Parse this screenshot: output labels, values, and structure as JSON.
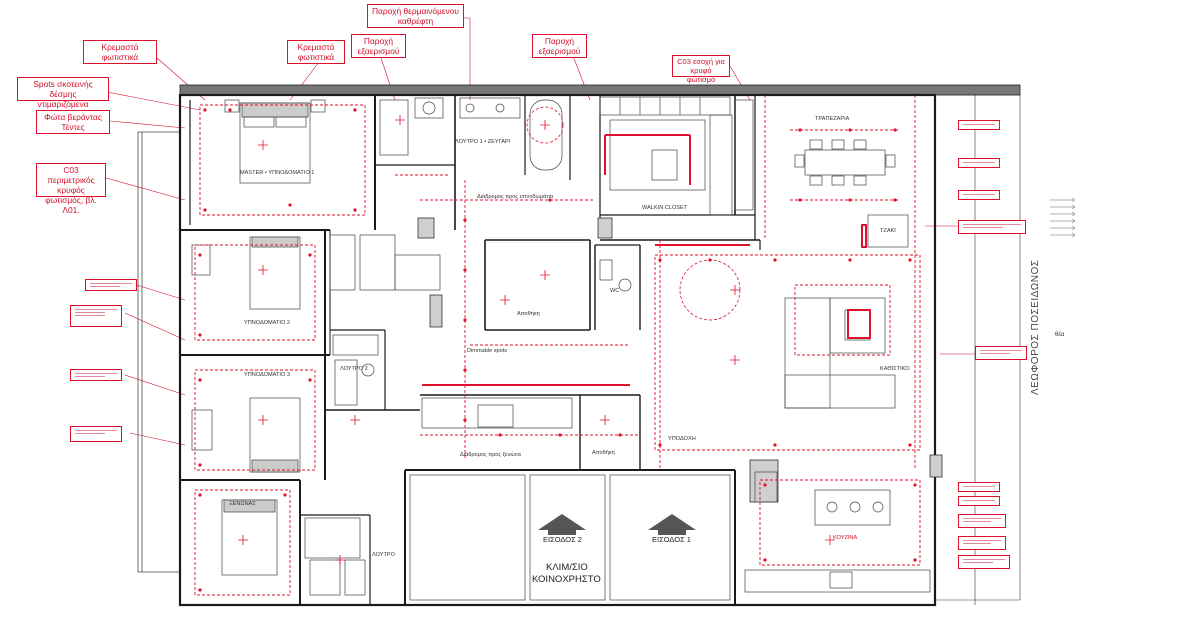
{
  "callouts": {
    "kremasta_1": "Κρεμαστά\nφωτιστικά",
    "spots_skotein": "Spots σκοτεινής δέσμης\nντιμαριζόμενα",
    "fota_verantas": "Φώτα βεράντας\nΤέντες",
    "c03_perimetrikos": "C03 περιμετρικός\nκρυφός φωτισμός, βλ.\nΛ01.",
    "kremasta_2": "Κρεμαστά\nφωτιστικά",
    "paroxi_exaer_1": "Παροχή\nεξαερισμού",
    "paroxi_thermain": "Παροχή θερμαινόμενου\nκαθρέφτη",
    "paroxi_exaer_2": "Παροχή\nεξαερισμού",
    "c03_esoxi": "C03 εσοχή για\nκρυφό φωτισμό"
  },
  "rooms": {
    "master": "MASTER • ΥΠΝΟΔΟΜΑΤΙΟ 1",
    "loutro1": "ΛΟΥΤΡΟ 1 • ΖΕΥΓΑΡΙ",
    "walkin": "WALKIN CLOSET",
    "trapezaria": "ΤΡΑΠΕΖΑΡΙΑ",
    "tzaki": "ΤΖΑΚΙ",
    "wc": "WC",
    "apothiki_1": "Αποθήκη",
    "ypnodomatio2": "ΥΠΝΟΔΟΜΑΤΙΟ 2",
    "ypnodomatio3": "ΥΠΝΟΔΟΜΑΤΙΟ 3",
    "loutro2": "ΛΟΥΤΡΟ 2",
    "kathistiko": "ΚΑΘΙΣΤΙΚΟ",
    "ypodoxi": "ΥΠΟΔΟΧΗ",
    "apothiki_2": "Αποθήκη",
    "xenonas": "ΞΕΝΩΝΑΣ",
    "loutro": "ΛΟΥΤΡΟ",
    "kouzina": "ΚΟΥΖΙΝΑ",
    "eisodos2": "ΕΙΣΟΔΟΣ 2",
    "eisodos1": "ΕΙΣΟΔΟΣ 1",
    "klimsio": "ΚΛΙΜ/ΣΙΟ",
    "koinoxristo": "ΚΟΙΝΟΧΡΗΣΤΟ",
    "dimmable": "Dimmable spots",
    "diadromos_ypnod": "Διάδρομος προς υπνοδωμάτια",
    "diadromos_xenona": "Διάδρομος προς ξενώνα",
    "street": "ΛΕΩΦΟΡΟΣ ΠΟΣΕΙΔΩΝΟΣ",
    "thea": "θέα"
  },
  "colors": {
    "wall": "#1a1a1a",
    "lighting": "#e0112b",
    "callout_border": "#e0112b",
    "fixture": "#555555"
  }
}
